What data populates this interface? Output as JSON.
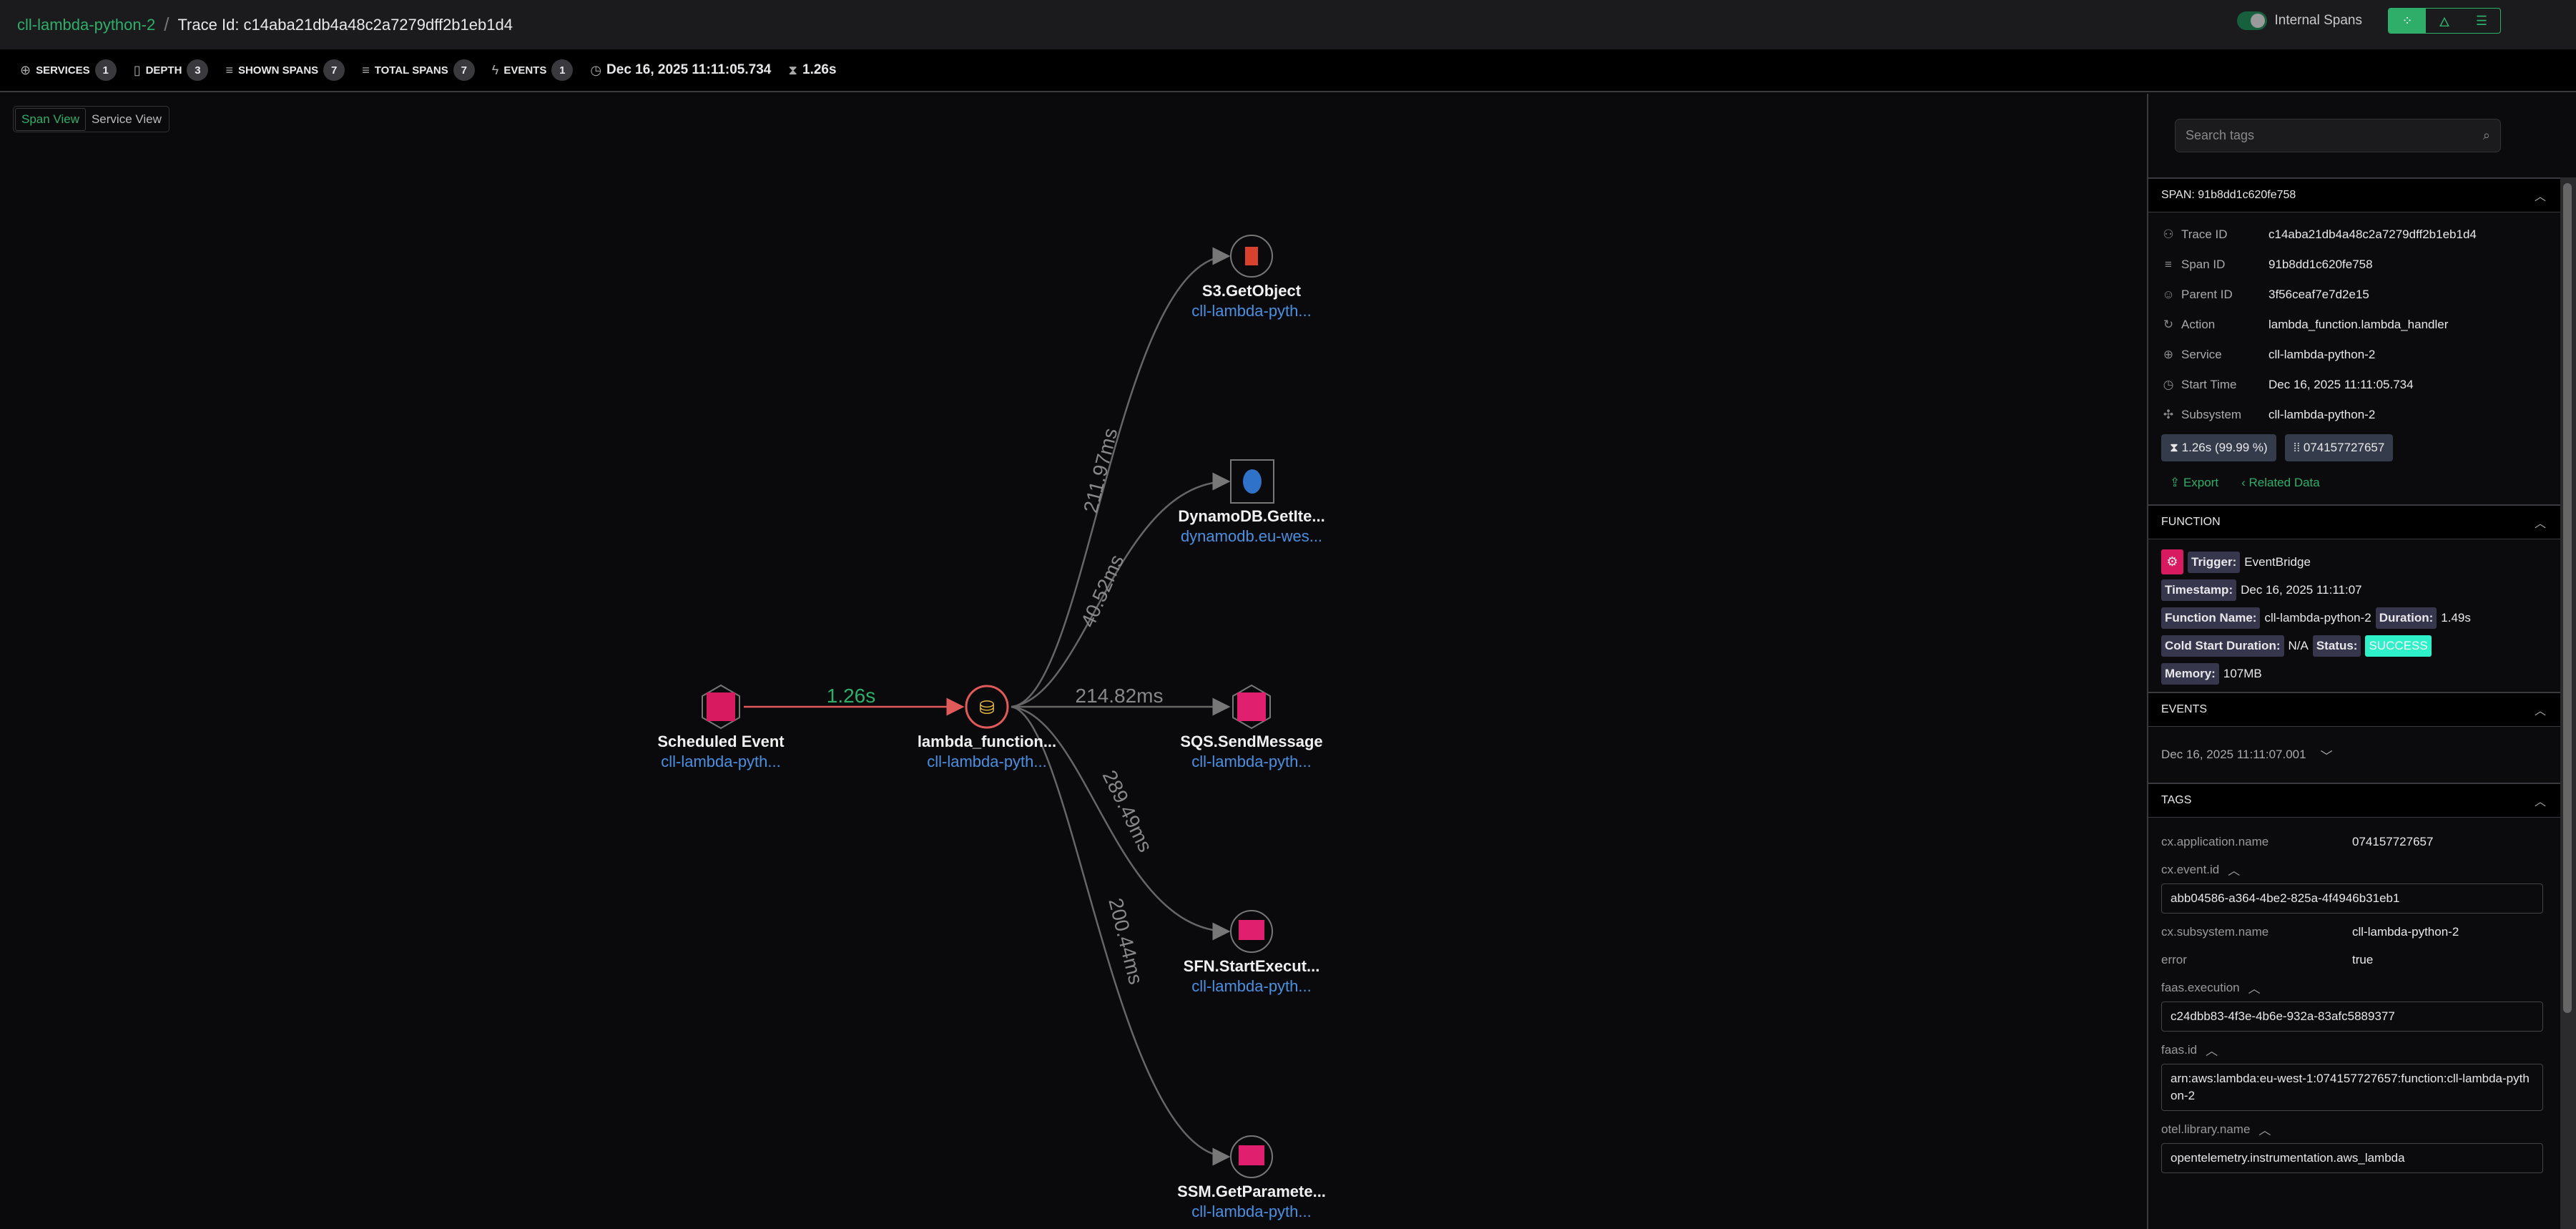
{
  "header": {
    "service": "cll-lambda-python-2",
    "separator": "/",
    "trace_title": "Trace Id: c14aba21db4a48c2a7279dff2b1eb1d4",
    "internal_spans_label": "Internal Spans",
    "internal_spans_on": true
  },
  "stats": {
    "services_label": "SERVICES",
    "services": "1",
    "depth_label": "DEPTH",
    "depth": "3",
    "shown_label": "SHOWN SPANS",
    "shown": "7",
    "total_label": "TOTAL SPANS",
    "total": "7",
    "events_label": "EVENTS",
    "events": "1",
    "start": "Dec 16, 2025 11:11:05.734",
    "duration": "1.26s"
  },
  "views": {
    "span": "Span View",
    "service": "Service View"
  },
  "graph": {
    "nodes": [
      {
        "title": "Scheduled Event",
        "sub": "cll-lambda-pyth..."
      },
      {
        "title": "lambda_function...",
        "sub": "cll-lambda-pyth..."
      },
      {
        "title": "S3.GetObject",
        "sub": "cll-lambda-pyth..."
      },
      {
        "title": "DynamoDB.GetIte...",
        "sub": "dynamodb.eu-wes..."
      },
      {
        "title": "SQS.SendMessage",
        "sub": "cll-lambda-pyth..."
      },
      {
        "title": "SFN.StartExecut...",
        "sub": "cll-lambda-pyth..."
      },
      {
        "title": "SSM.GetParamete...",
        "sub": "cll-lambda-pyth..."
      }
    ],
    "edges": [
      "1.26s",
      "211.97ms",
      "40.52ms",
      "214.82ms",
      "289.49ms",
      "200.44ms"
    ]
  },
  "panel": {
    "search_placeholder": "Search tags",
    "span_header": "SPAN: 91b8dd1c620fe758",
    "fields": [
      {
        "k": "Trace ID",
        "v": "c14aba21db4a48c2a7279dff2b1eb1d4"
      },
      {
        "k": "Span ID",
        "v": "91b8dd1c620fe758"
      },
      {
        "k": "Parent ID",
        "v": "3f56ceaf7e7d2e15"
      },
      {
        "k": "Action",
        "v": "lambda_function.lambda_handler"
      },
      {
        "k": "Service",
        "v": "cll-lambda-python-2"
      },
      {
        "k": "Start Time",
        "v": "Dec 16, 2025 11:11:05.734"
      },
      {
        "k": "Subsystem",
        "v": "cll-lambda-python-2"
      }
    ],
    "duration_chip": "1.26s (99.99 %)",
    "account_chip": "074157727657",
    "export": "Export",
    "related": "Related Data",
    "function_header": "FUNCTION",
    "function": {
      "trigger_l": "Trigger:",
      "trigger": "EventBridge",
      "ts_l": "Timestamp:",
      "ts": "Dec 16, 2025 11:11:07",
      "name_l": "Function Name:",
      "name": "cll-lambda-python-2",
      "dur_l": "Duration:",
      "dur": "1.49s",
      "cold_l": "Cold Start Duration:",
      "cold": "N/A",
      "status_l": "Status:",
      "status": "SUCCESS",
      "mem_l": "Memory:",
      "mem": "107MB"
    },
    "events_header": "EVENTS",
    "event": "Dec 16, 2025 11:11:07.001",
    "tags_header": "TAGS",
    "tags": {
      "app_k": "cx.application.name",
      "app_v": "074157727657",
      "event_k": "cx.event.id",
      "event_v": "abb04586-a364-4be2-825a-4f4946b31eb1",
      "sub_k": "cx.subsystem.name",
      "sub_v": "cll-lambda-python-2",
      "err_k": "error",
      "err_v": "true",
      "exec_k": "faas.execution",
      "exec_v": "c24dbb83-4f3e-4b6e-932a-83afc5889377",
      "id_k": "faas.id",
      "id_v": "arn:aws:lambda:eu-west-1:074157727657:function:cll-lambda-python-2",
      "otel_k": "otel.library.name",
      "otel_v": "opentelemetry.instrumentation.aws_lambda"
    }
  },
  "colors": {
    "accent": "#2fae6a",
    "link": "#4a90e2",
    "error": "#e05a5a",
    "pink": "#e0206f",
    "success": "#2ef0c9"
  }
}
